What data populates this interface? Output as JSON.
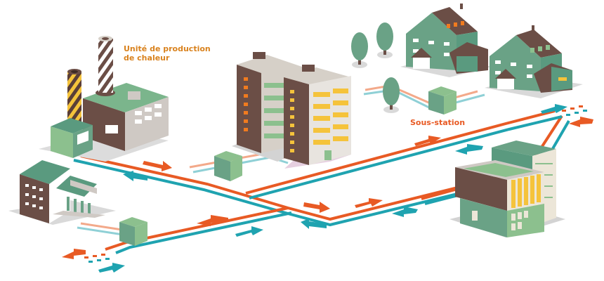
{
  "labels": {
    "production_unit": "Unité de production de chaleur",
    "substation": "Sous-station"
  },
  "colors": {
    "supply_pipe": "#e85a24",
    "return_pipe": "#1fa3b0",
    "supply_pipe_light": "#f3a98a",
    "return_pipe_light": "#8fd0d6",
    "label_production": "#d9821e",
    "label_substation": "#e85a24",
    "green_main": "#6aa286",
    "green_light": "#8cc08e",
    "brown": "#6b4e46",
    "grey": "#cfc9c4",
    "yellow": "#f5c33b",
    "orange_window": "#f07b1f",
    "shadow": "#d9d9d9"
  },
  "elements": {
    "heat_production_plant": "heat-production-plant",
    "apartment_buildings": "apartment-buildings",
    "houses": "houses",
    "public_building": "public-building",
    "office_building": "office-building",
    "substations": 3
  }
}
